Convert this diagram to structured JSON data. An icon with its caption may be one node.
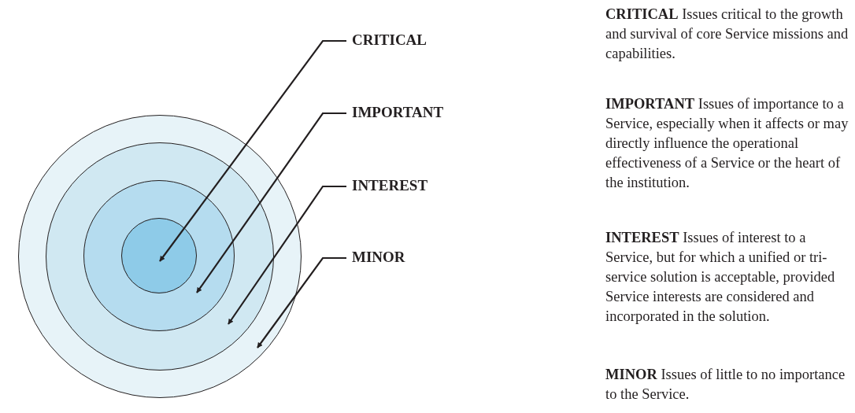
{
  "diagram": {
    "nodes": [
      {
        "text": [],
        "shape": "circle"
      },
      {
        "text": [],
        "shape": "circle",
        "in": 0
      },
      {
        "text": [],
        "shape": "circle",
        "in": 1
      },
      {
        "text": [],
        "shape": "circle",
        "in": 2
      },
      {
        "text": [
          "CRITICAL"
        ]
      },
      {
        "text": [
          "IMPORTANT"
        ]
      },
      {
        "text": [
          "INTEREST"
        ]
      },
      {
        "text": [
          "MINOR"
        ]
      }
    ],
    "edges": [
      {
        "from": 4,
        "to": 3,
        "arrow": "to"
      },
      {
        "from": 5,
        "to": 2,
        "arrow": "to"
      },
      {
        "from": 6,
        "to": 1,
        "arrow": "to"
      },
      {
        "from": 7,
        "to": 0,
        "arrow": "to"
      }
    ],
    "labels": [
      "**CRITICAL** Issues critical to the growth and survival of core Service missions and capabilities.",
      "**IMPORTANT** Issues of importance to a Service, especially when it affects or may directly influence the operational effectiveness of a Service or the heart of the institution.",
      "**INTEREST** Issues of interest to a Service, but for which a unified or tri-service solution is acceptable, provided Service interests are considered and incorporated in the solution.",
      "**MINOR** Issues of little to no importance to the Service."
    ]
  }
}
